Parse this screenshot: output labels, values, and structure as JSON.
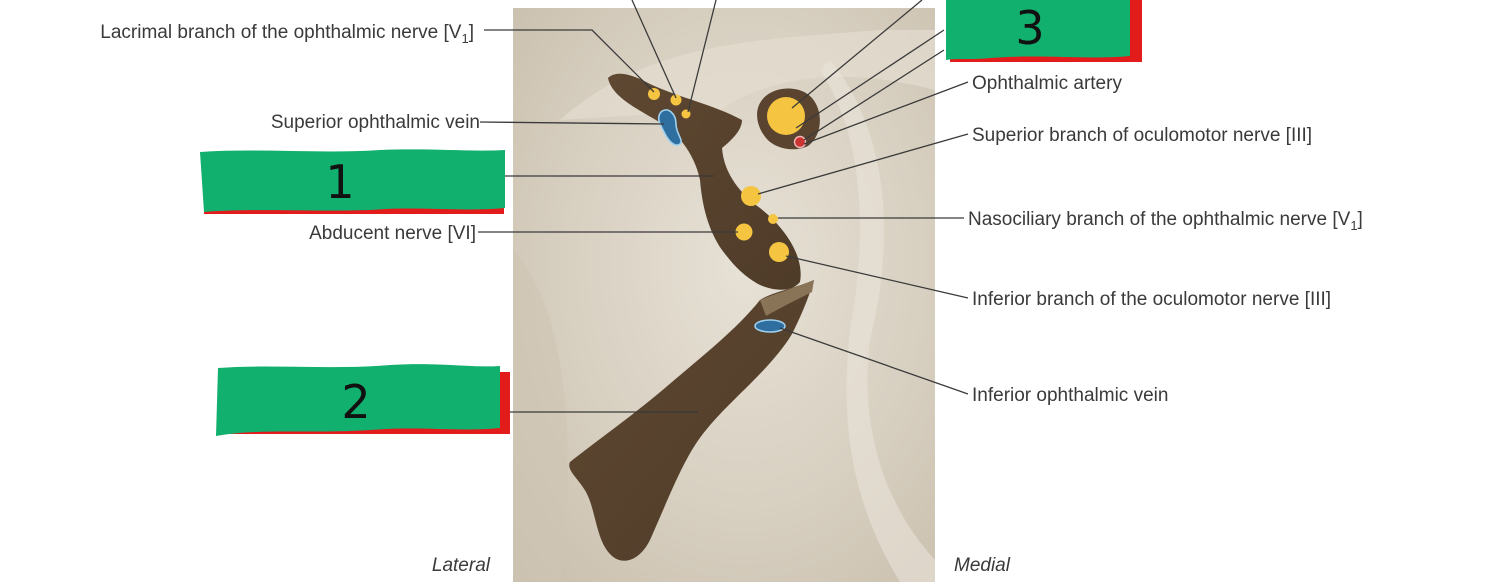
{
  "labels": {
    "lacrimal": {
      "text": "Lacrimal branch of the ophthalmic nerve [V",
      "sub": "1",
      "close": "]"
    },
    "sup_oph_vein": {
      "text": "Superior ophthalmic vein"
    },
    "abducent": {
      "text": "Abducent nerve [VI]"
    },
    "oph_artery": {
      "text": "Ophthalmic artery"
    },
    "sup_oculomotor": {
      "text": "Superior branch of oculomotor nerve [III]"
    },
    "nasociliary": {
      "text": "Nasociliary branch of the ophthalmic nerve [V",
      "sub": "1",
      "close": "]"
    },
    "inf_oculomotor": {
      "text": "Inferior branch of the oculomotor nerve [III]"
    },
    "inf_oph_vein": {
      "text": "Inferior ophthalmic vein"
    }
  },
  "orientation": {
    "lateral": "Lateral",
    "medial": "Medial"
  },
  "answer_boxes": [
    {
      "number": "1"
    },
    {
      "number": "2"
    },
    {
      "number": "3"
    }
  ],
  "colors": {
    "fissure": "#5c4630",
    "background_tissue": "#d9d2c4",
    "nerve": "#f5c542",
    "vein": "#2f6fa0",
    "artery": "#cc3333",
    "answer_box": "#12b06e",
    "answer_edge": "#e21b1b"
  }
}
